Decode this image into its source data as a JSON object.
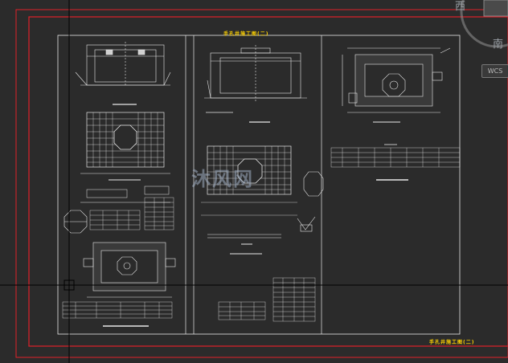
{
  "sheet": {
    "title_top": "手孔井施工图(二)",
    "title_bottom": "手孔井施工图(二)"
  },
  "viewcube": {
    "west_label": "西",
    "south_label": "南",
    "wcs_label": "WCS"
  },
  "watermark": {
    "text": "沐风网"
  },
  "colors": {
    "background": "#2b2b2b",
    "frame_red": "#e0202a",
    "drawing_white": "#e8e8e8",
    "title_yellow": "#ffd200",
    "crosshair": "#000000"
  }
}
